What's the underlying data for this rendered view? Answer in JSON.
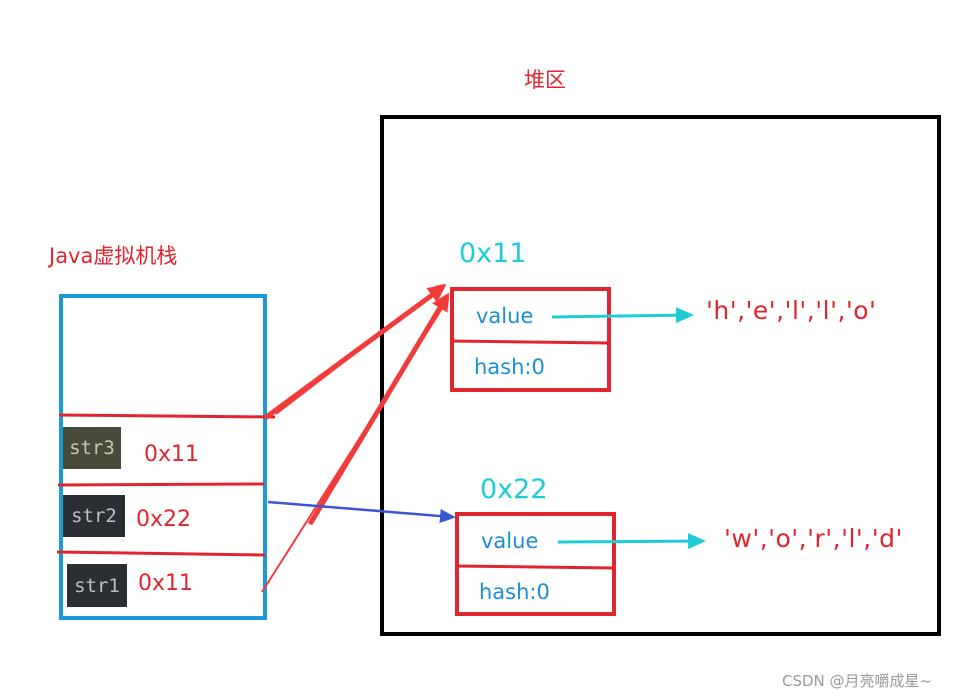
{
  "heap": {
    "title": "堆区",
    "objects": [
      {
        "address": "0x11",
        "value_label": "value",
        "hash_label": "hash:0",
        "chars": "'h','e','l','l','o'"
      },
      {
        "address": "0x22",
        "value_label": "value",
        "hash_label": "hash:0",
        "chars": "'w','o','r','l','d'"
      }
    ]
  },
  "stack": {
    "title": "Java虚拟机栈",
    "vars": [
      {
        "name": "str3",
        "ref": "0x11"
      },
      {
        "name": "str2",
        "ref": "0x22"
      },
      {
        "name": "str1",
        "ref": "0x11"
      }
    ]
  },
  "colors": {
    "red": "#e0252f",
    "cyan": "#1ecbd6",
    "blue": "#1a9ad8",
    "dark_blue_arrow": "#3a57d0",
    "black": "#000000"
  },
  "watermark": "CSDN @月亮嚼成星~"
}
